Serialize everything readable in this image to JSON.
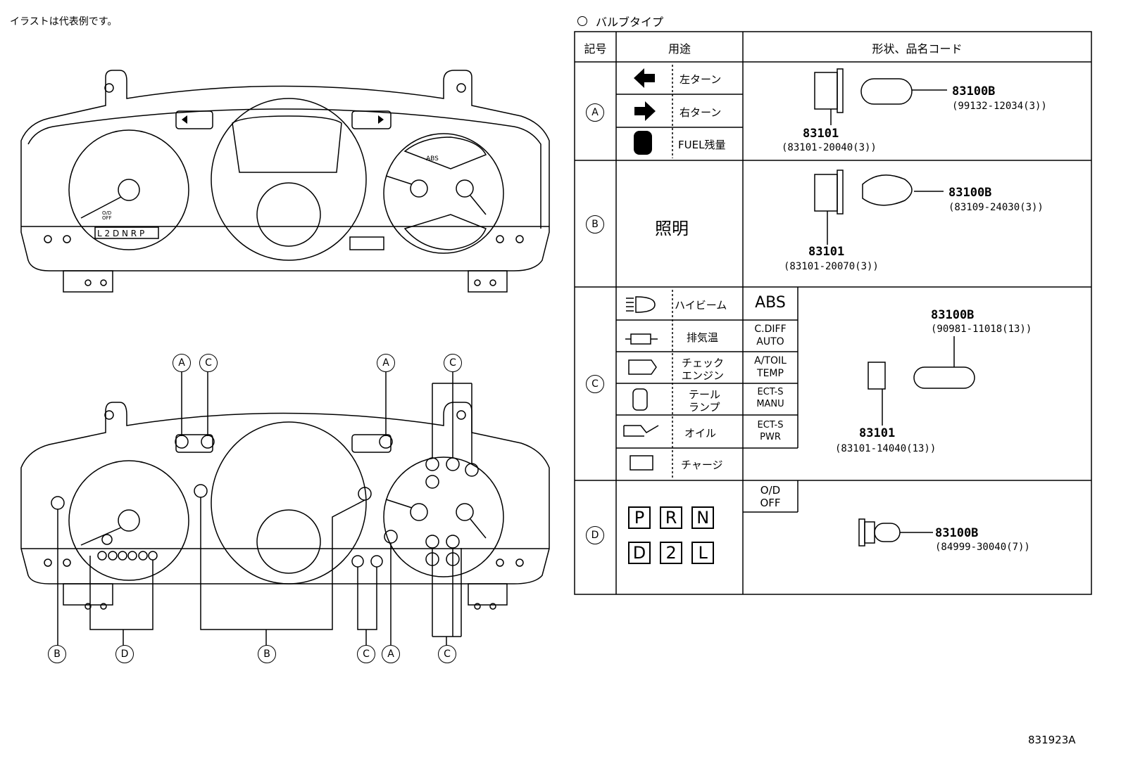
{
  "note": "イラストは代表例です。",
  "figure_code": "831923A",
  "table": {
    "title": "バルブタイプ",
    "headers": {
      "symbol": "記号",
      "usage": "用途",
      "shape": "形状、品名コード"
    },
    "rows": {
      "A": {
        "symbol": "A",
        "usages": [
          "左ターン",
          "右ターン",
          "FUEL残量"
        ],
        "bulb": {
          "code": "83100B",
          "sub": "(99132-12034(3))"
        },
        "socket": {
          "code": "83101",
          "sub": "(83101-20040(3))"
        }
      },
      "B": {
        "symbol": "B",
        "usage": "照明",
        "bulb": {
          "code": "83100B",
          "sub": "(83109-24030(3))"
        },
        "socket": {
          "code": "83101",
          "sub": "(83101-20070(3))"
        }
      },
      "C": {
        "symbol": "C",
        "usages": [
          "ハイビーム",
          "排気温",
          "チェック",
          "エンジン",
          "テール",
          "ランプ",
          "オイル",
          "チャージ"
        ],
        "indicators": [
          "ABS",
          "C.DIFF",
          "AUTO",
          "A/TOIL",
          "TEMP",
          "ECT-S",
          "MANU",
          "ECT-S",
          "PWR"
        ],
        "bulb": {
          "code": "83100B",
          "sub": "(90981-11018(13))"
        },
        "socket": {
          "code": "83101",
          "sub": "(83101-14040(13))"
        }
      },
      "D": {
        "symbol": "D",
        "gears_top": [
          "P",
          "R",
          "N"
        ],
        "gears_bottom": [
          "D",
          "2",
          "L"
        ],
        "indicator": [
          "O/D",
          "OFF"
        ],
        "bulb": {
          "code": "83100B",
          "sub": "(84999-30040(7))"
        }
      }
    }
  },
  "callouts_top": [
    "A",
    "C",
    "A",
    "C"
  ],
  "callouts_bottom": [
    "B",
    "D",
    "B",
    "C",
    "A",
    "C"
  ],
  "cluster_labels": {
    "od_off": "O/D OFF",
    "abs": "ABS",
    "gear_strip": [
      "L",
      "2",
      "D",
      "N",
      "R",
      "P"
    ]
  }
}
